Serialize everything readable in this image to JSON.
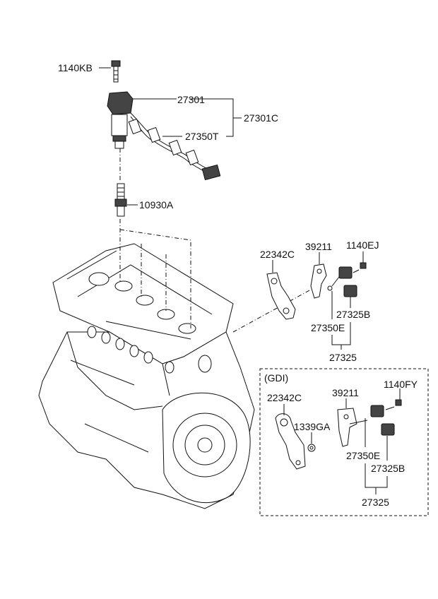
{
  "main_labels": {
    "bolt_top": "1140KB",
    "coil": "27301",
    "coil_assy": "27301C",
    "harness": "27350T",
    "spark_plug": "10930A",
    "bracket": "22342C",
    "sensor_bracket": "39211",
    "bolt_sensor": "1140EJ",
    "sensor_b": "27325B",
    "sensor_e": "27350E",
    "sensor_assy": "27325"
  },
  "gdi_box": {
    "title": "(GDI)",
    "bracket": "22342C",
    "sensor_bracket": "39211",
    "bolt": "1140FY",
    "washer": "1339GA",
    "sensor_e": "27350E",
    "sensor_b": "27325B",
    "sensor_assy": "27325"
  }
}
